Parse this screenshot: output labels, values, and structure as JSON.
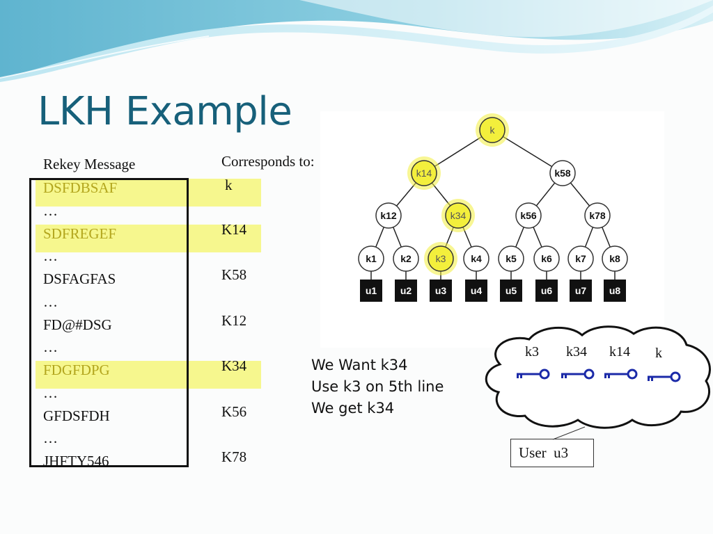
{
  "slide": {
    "title": "LKH Example"
  },
  "table": {
    "left_header": "Rekey Message",
    "right_header": "Corresponds to:",
    "rows": [
      {
        "message": "DSFDBSAF",
        "key": "k",
        "highlighted": true
      },
      {
        "message": "…",
        "key": "",
        "highlighted": false
      },
      {
        "message": "SDFREGEF",
        "key": "K14",
        "highlighted": true
      },
      {
        "message": "…",
        "key": "",
        "highlighted": false
      },
      {
        "message": "DSFAGFAS",
        "key": "K58",
        "highlighted": false
      },
      {
        "message": "…",
        "key": "",
        "highlighted": false
      },
      {
        "message": "FD@#DSG",
        "key": "K12",
        "highlighted": false
      },
      {
        "message": "…",
        "key": "",
        "highlighted": false
      },
      {
        "message": "FDGFDPG",
        "key": "K34",
        "highlighted": true
      },
      {
        "message": "…",
        "key": "",
        "highlighted": false
      },
      {
        "message": "GFDSFDH",
        "key": "K56",
        "highlighted": false
      },
      {
        "message": "…",
        "key": "",
        "highlighted": false
      },
      {
        "message": "JHFTY546",
        "key": "K78",
        "highlighted": false
      }
    ]
  },
  "tree": {
    "root": "k",
    "level1": [
      "k14",
      "k58"
    ],
    "level2": [
      "k12",
      "k34",
      "k56",
      "k78"
    ],
    "level3": [
      "k1",
      "k2",
      "k3",
      "k4",
      "k5",
      "k6",
      "k7",
      "k8"
    ],
    "users": [
      "u1",
      "u2",
      "u3",
      "u4",
      "u5",
      "u6",
      "u7",
      "u8"
    ],
    "highlighted": [
      "k",
      "k14",
      "k34",
      "k3"
    ],
    "colors": {
      "highlight": "#f3ef3c",
      "node_fill": "#ffffff",
      "user_fill": "#111111"
    }
  },
  "notes": {
    "line1": "We Want k34",
    "line2": "Use k3 on 5th line",
    "line3": "We get k34"
  },
  "cloud": {
    "keys": [
      {
        "label": "k3",
        "icon": "key-icon"
      },
      {
        "label": "k34",
        "icon": "key-icon"
      },
      {
        "label": "k14",
        "icon": "key-icon"
      },
      {
        "label": "k",
        "icon": "key-icon"
      }
    ],
    "key_color": "#1b2aa8"
  },
  "user_label": "User  u3"
}
